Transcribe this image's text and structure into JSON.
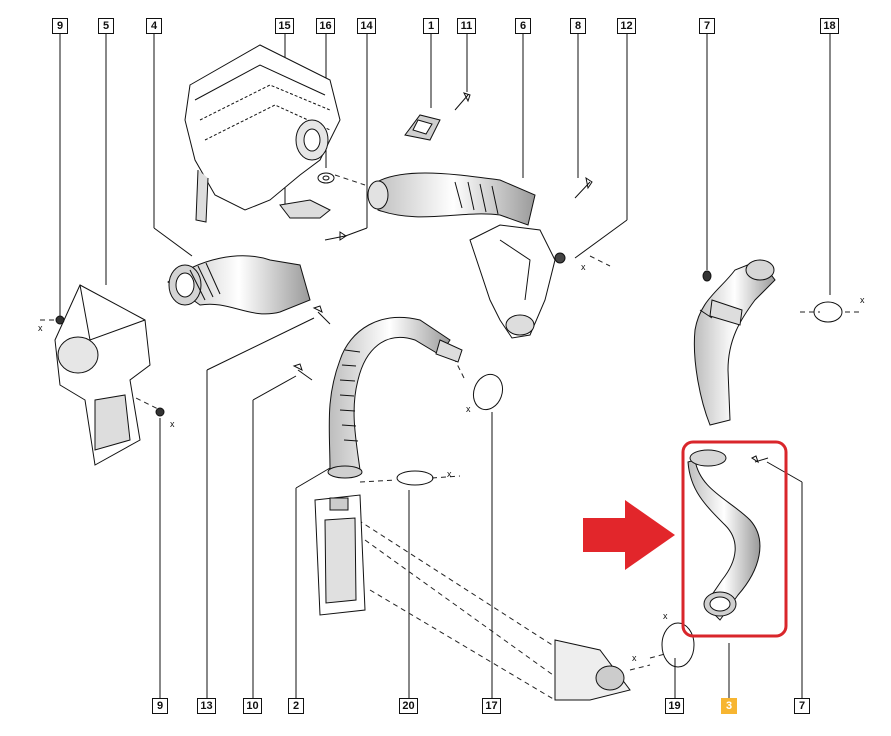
{
  "callouts_top": [
    "9",
    "5",
    "4",
    "15",
    "16",
    "14",
    "1",
    "11",
    "6",
    "8",
    "12",
    "7",
    "18"
  ],
  "callouts_bottom": [
    "9",
    "13",
    "10",
    "2",
    "20",
    "17",
    "19",
    "3",
    "7"
  ],
  "highlighted_callout": "3",
  "x_marker": "x",
  "colors": {
    "line": "#111111",
    "highlight_box": "#d9262b",
    "arrow": "#e2262b",
    "callout_highlight": "#f7b531",
    "part_fill": "#ffffff",
    "part_shade": "#d8d8d8"
  },
  "icons": [
    "red-arrow-icon"
  ]
}
